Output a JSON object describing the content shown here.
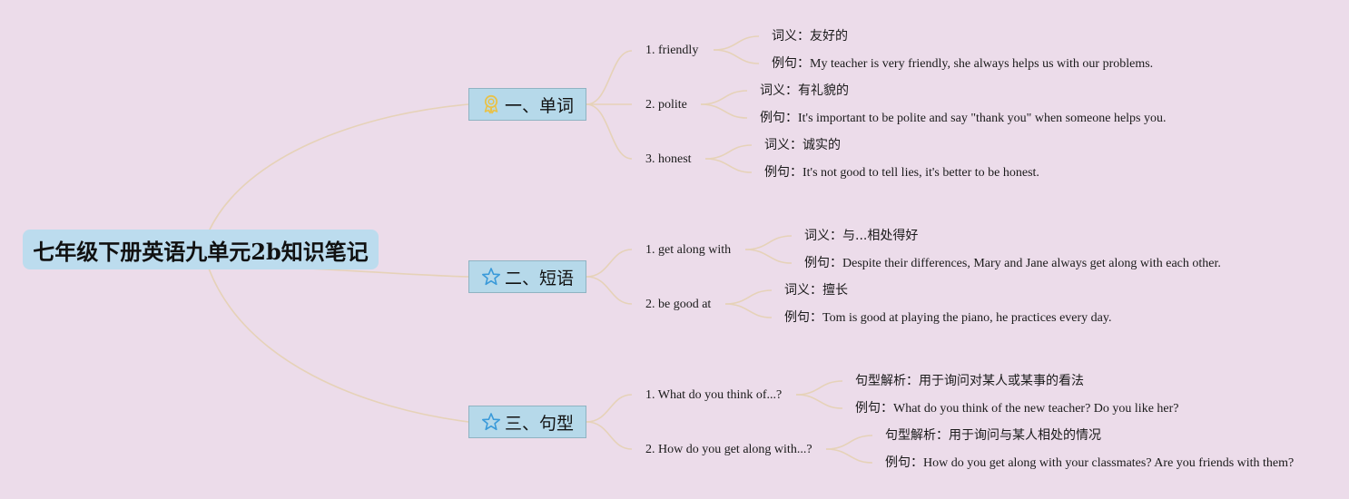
{
  "root": {
    "title": "七年级下册英语九单元2b知识笔记"
  },
  "branches": [
    {
      "label": "一、单词",
      "icon": "award-ribbon-icon",
      "icon_color": "#e8c24a",
      "items": [
        {
          "label": "1. friendly",
          "leaves": [
            {
              "key": "词义：",
              "value": "友好的"
            },
            {
              "key": "例句：",
              "value": "My teacher is very friendly, she always helps us with our problems."
            }
          ]
        },
        {
          "label": "2. polite",
          "leaves": [
            {
              "key": "词义：",
              "value": "有礼貌的"
            },
            {
              "key": "例句：",
              "value": "It's important to be polite and say \"thank you\" when someone helps you."
            }
          ]
        },
        {
          "label": "3. honest",
          "leaves": [
            {
              "key": "词义：",
              "value": "诚实的"
            },
            {
              "key": "例句：",
              "value": "It's not good to tell lies, it's better to be honest."
            }
          ]
        }
      ]
    },
    {
      "label": "二、短语",
      "icon": "star-icon",
      "icon_color": "#3a9ad9",
      "items": [
        {
          "label": "1. get along with",
          "leaves": [
            {
              "key": "词义：",
              "value": "与...相处得好"
            },
            {
              "key": "例句：",
              "value": "Despite their differences, Mary and Jane always get along with each other."
            }
          ]
        },
        {
          "label": "2. be good at",
          "leaves": [
            {
              "key": "词义：",
              "value": "擅长"
            },
            {
              "key": "例句：",
              "value": "Tom is good at playing the piano, he practices every day."
            }
          ]
        }
      ]
    },
    {
      "label": "三、句型",
      "icon": "star-icon",
      "icon_color": "#3a9ad9",
      "items": [
        {
          "label": "1. What do you think of...?",
          "leaves": [
            {
              "key": "句型解析：",
              "value": "用于询问对某人或某事的看法"
            },
            {
              "key": "例句：",
              "value": "What do you think of the new teacher? Do you like her?"
            }
          ]
        },
        {
          "label": "2. How do you get along with...?",
          "leaves": [
            {
              "key": "句型解析：",
              "value": "用于询问与某人相处的情况"
            },
            {
              "key": "例句：",
              "value": "How do you get along with your classmates? Are you friends with them?"
            }
          ]
        }
      ]
    }
  ],
  "colors": {
    "background": "#ecdcea",
    "root_fill": "#bcdcee",
    "branch_fill": "#b6d9ea",
    "connector": "#e6d2b8"
  }
}
